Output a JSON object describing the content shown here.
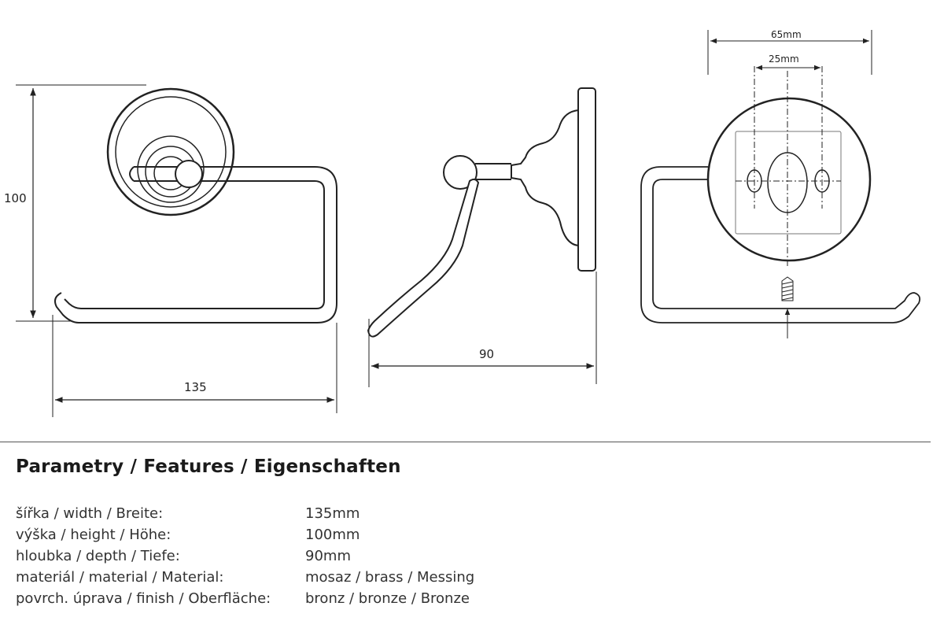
{
  "drawing": {
    "front_view": {
      "height_label": "100",
      "width_label": "135"
    },
    "side_view": {
      "depth_label": "90"
    },
    "mount_view": {
      "outer_spacing_label": "65mm",
      "hole_spacing_label": "25mm"
    }
  },
  "features": {
    "title": "Parametry / Features / Eigenschaften",
    "rows": [
      {
        "label": "šířka / width / Breite:",
        "value": "135mm"
      },
      {
        "label": "výška / height / Höhe:",
        "value": "100mm"
      },
      {
        "label": "hloubka / depth / Tiefe:",
        "value": "90mm"
      },
      {
        "label": "materiál / material / Material:",
        "value": "mosaz / brass / Messing"
      },
      {
        "label": "povrch. úprava / finish / Oberfläche:",
        "value": "bronz / bronze / Bronze"
      }
    ]
  }
}
